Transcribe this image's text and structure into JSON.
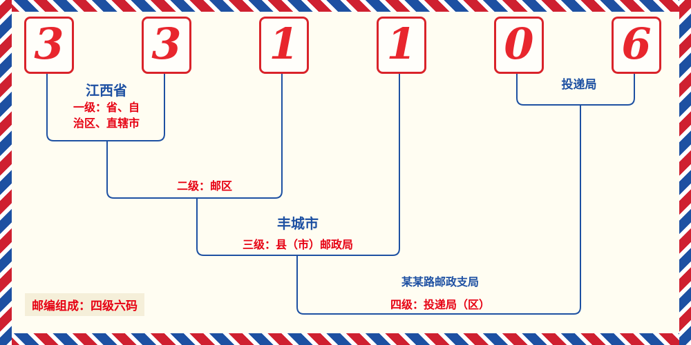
{
  "colors": {
    "red": "#cf2030",
    "red-text": "#e60012",
    "blue": "#1d50a2",
    "digit-red": "#e8262d",
    "box-border": "#d9232a",
    "footer-bg": "#f5efd9",
    "background": "#fffdf2"
  },
  "digits": [
    "3",
    "3",
    "1",
    "1",
    "0",
    "6"
  ],
  "labels": {
    "level1_title": "江西省",
    "level1_desc_line1": "一级：省、自",
    "level1_desc_line2": "治区、直辖市",
    "level2_desc": "二级：邮区",
    "level3_title": "丰城市",
    "level3_desc": "三级：县（市）邮政局",
    "level4_title": "某某路邮政支局",
    "level4_desc": "四级：投递局（区）",
    "delivery_office": "投递局",
    "footer_note": "邮编组成：四级六码"
  }
}
